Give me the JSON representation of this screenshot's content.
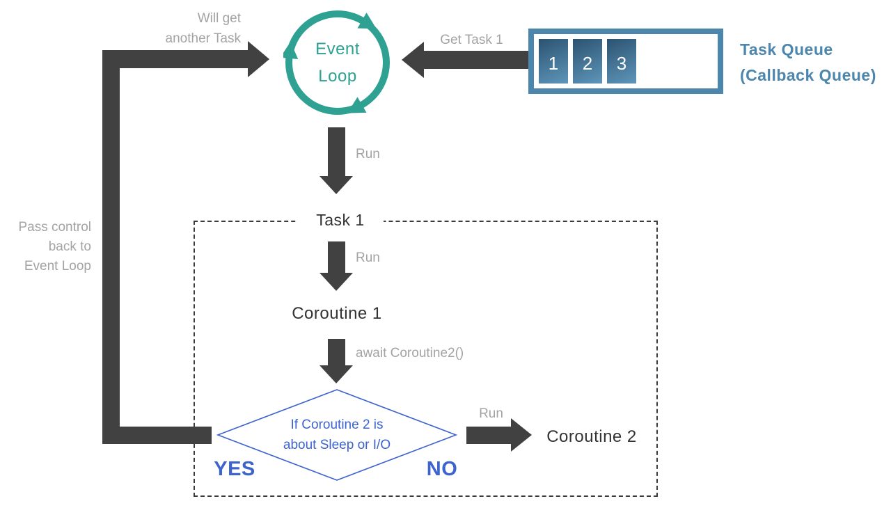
{
  "event_loop": {
    "line1": "Event",
    "line2": "Loop"
  },
  "flow_labels": {
    "will_get_line1": "Will get",
    "will_get_line2": "another Task",
    "get_task": "Get Task 1",
    "run_to_task": "Run",
    "run_to_coroutine1": "Run",
    "await_coroutine2": "await Coroutine2()",
    "run_to_coroutine2": "Run",
    "pass_control_line1": "Pass control",
    "pass_control_line2": "back to",
    "pass_control_line3": "Event Loop"
  },
  "task_queue": {
    "label_line1": "Task Queue",
    "label_line2": "(Callback Queue)",
    "items": [
      "1",
      "2",
      "3"
    ]
  },
  "task_box": {
    "title": "Task 1",
    "coroutine1": "Coroutine 1"
  },
  "decision": {
    "condition_line1": "If Coroutine 2 is",
    "condition_line2": "about Sleep or I/O",
    "yes": "YES",
    "no": "NO"
  },
  "coroutine2": "Coroutine 2",
  "colors": {
    "teal": "#2FA193",
    "arrow_dark": "#414141",
    "label_gray": "#A3A3A3",
    "queue_blue": "#4C86AC",
    "queue_item_gradient_start": "#2C5270",
    "queue_item_gradient_end": "#5E96BA",
    "decision_blue": "#3C63CE",
    "text_dark": "#333333"
  }
}
